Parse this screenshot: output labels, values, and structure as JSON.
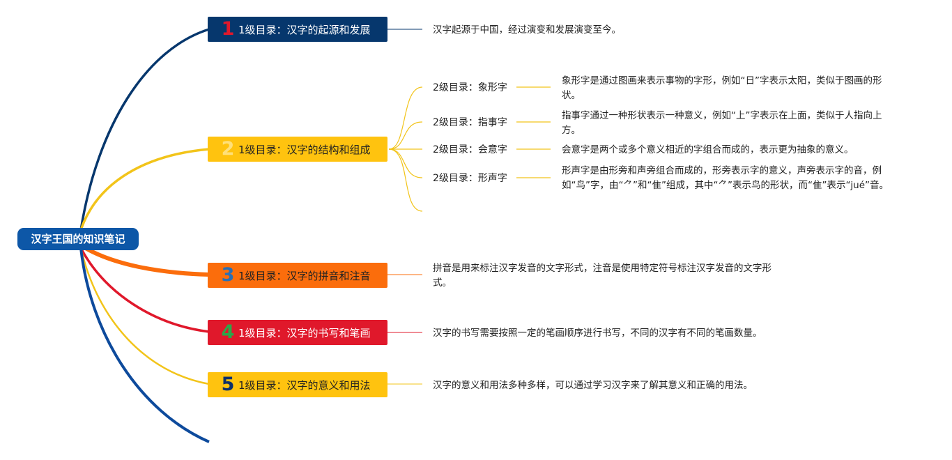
{
  "root": {
    "label": "汉字王国的知识笔记",
    "color": "#0d57a7"
  },
  "branches": [
    {
      "number": "1",
      "label": "1级目录：汉字的起源和发展",
      "fill": "#06376d",
      "text_color": "#ffffff",
      "number_color": "#e0182b",
      "line_color": "#06376d",
      "description": "汉字起源于中国，经过演变和发展演变至今。"
    },
    {
      "number": "2",
      "label": "1级目录：汉字的结构和组成",
      "fill": "#ffc30f",
      "text_color": "#222222",
      "number_color": "#ffe07a",
      "line_color": "#f2c41a",
      "children": [
        {
          "label": "2级目录：象形字",
          "description": "象形字是通过图画来表示事物的字形，例如“日”字表示太阳，类似于图画的形状。"
        },
        {
          "label": "2级目录：指事字",
          "description": "指事字通过一种形状表示一种意义，例如“上”字表示在上面，类似于人指向上方。"
        },
        {
          "label": "2级目录：会意字",
          "description": "会意字是两个或多个意义相近的字组合而成的，表示更为抽象的意义。"
        },
        {
          "label": "2级目录：形声字",
          "description": "形声字是由形旁和声旁组合而成的，形旁表示字的意义，声旁表示字的音，例如“鸟”字，由“⺈”和“隹”组成，其中“⺈”表示鸟的形状，而“隹”表示“jué”音。"
        }
      ]
    },
    {
      "number": "3",
      "label": "1级目录：汉字的拼音和注音",
      "fill": "#fb6d0c",
      "text_color": "#222222",
      "number_color": "#2a6fb4",
      "line_color": "#fb6d0c",
      "description": "拼音是用来标注汉字发音的文字形式，注音是使用特定符号标注汉字发音的文字形式。"
    },
    {
      "number": "4",
      "label": "1级目录：汉字的书写和笔画",
      "fill": "#e0182b",
      "text_color": "#ffffff",
      "number_color": "#2aa84a",
      "line_color": "#e0182b",
      "description": "汉字的书写需要按照一定的笔画顺序进行书写，不同的汉字有不同的笔画数量。"
    },
    {
      "number": "5",
      "label": "1级目录：汉字的意义和用法",
      "fill": "#ffc30f",
      "text_color": "#222222",
      "number_color": "#0c2f6b",
      "line_color": "#f2c41a",
      "description": "汉字的意义和用法多种多样，可以通过学习汉字来了解其意义和正确的用法。"
    }
  ],
  "trail_line_color": "#0d4a9c"
}
